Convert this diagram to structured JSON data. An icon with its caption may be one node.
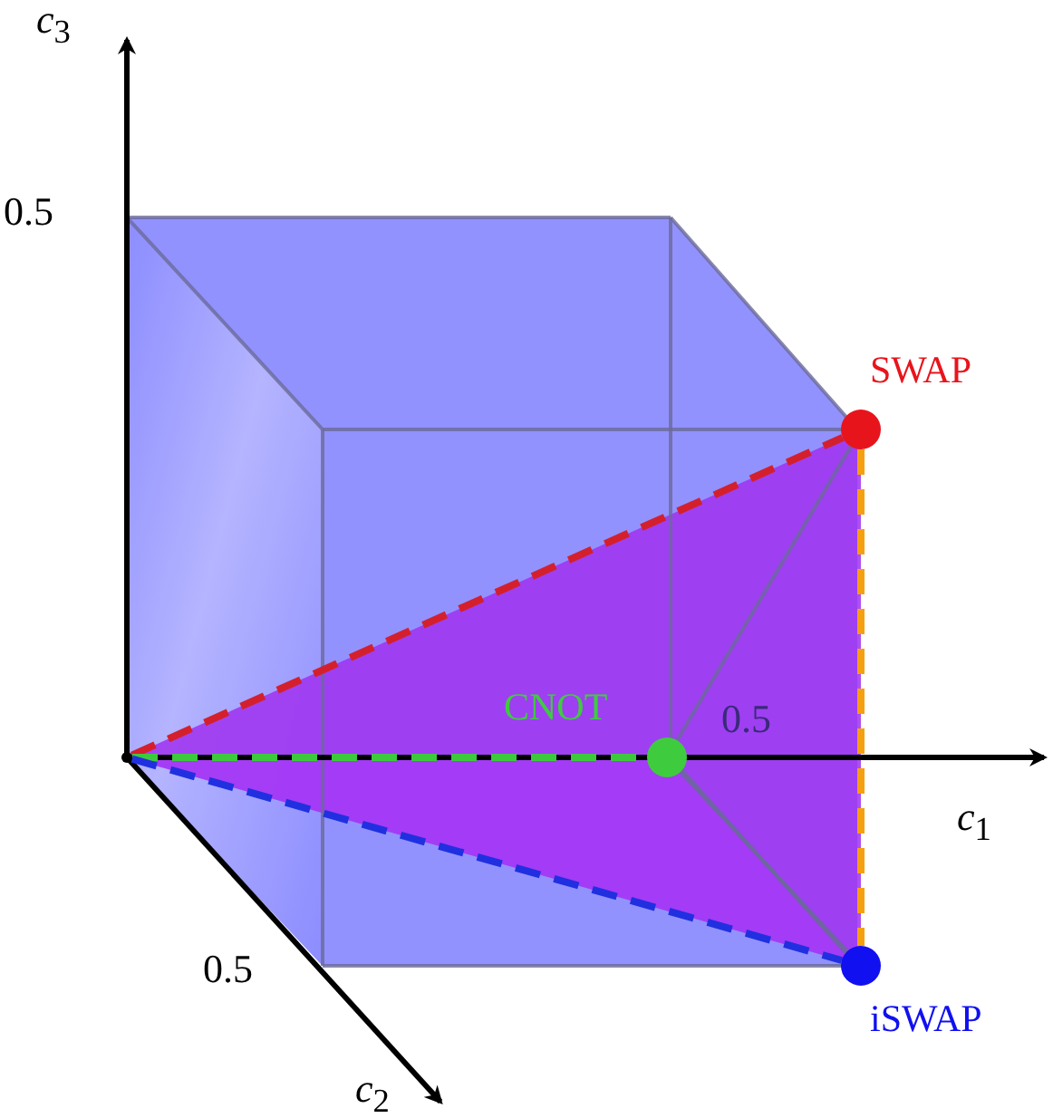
{
  "diagram": {
    "nodes": [
      {
        "text": [],
        "shape": "point"
      },
      {
        "text": [
          "SWAP"
        ]
      },
      {
        "text": [
          "CNOT"
        ]
      },
      {
        "text": [
          "iSWAP"
        ]
      }
    ],
    "edges": [
      {
        "from": 0,
        "to": 1,
        "arrow": "none",
        "style": "dashed",
        "color": "#d4202c"
      },
      {
        "from": 0,
        "to": 2,
        "arrow": "none",
        "style": "dashed",
        "color": "#3ec83e"
      },
      {
        "from": 0,
        "to": 3,
        "arrow": "none",
        "style": "dashed",
        "color": "#2030e0"
      },
      {
        "from": 1,
        "to": 3,
        "arrow": "none",
        "style": "dashed",
        "color": "#f5a010"
      }
    ],
    "labels": [
      "*c*$_{3}$",
      "0.5",
      "0.5",
      "*c*$_{1}$",
      "0.5",
      "*c*$_{2}$"
    ]
  }
}
